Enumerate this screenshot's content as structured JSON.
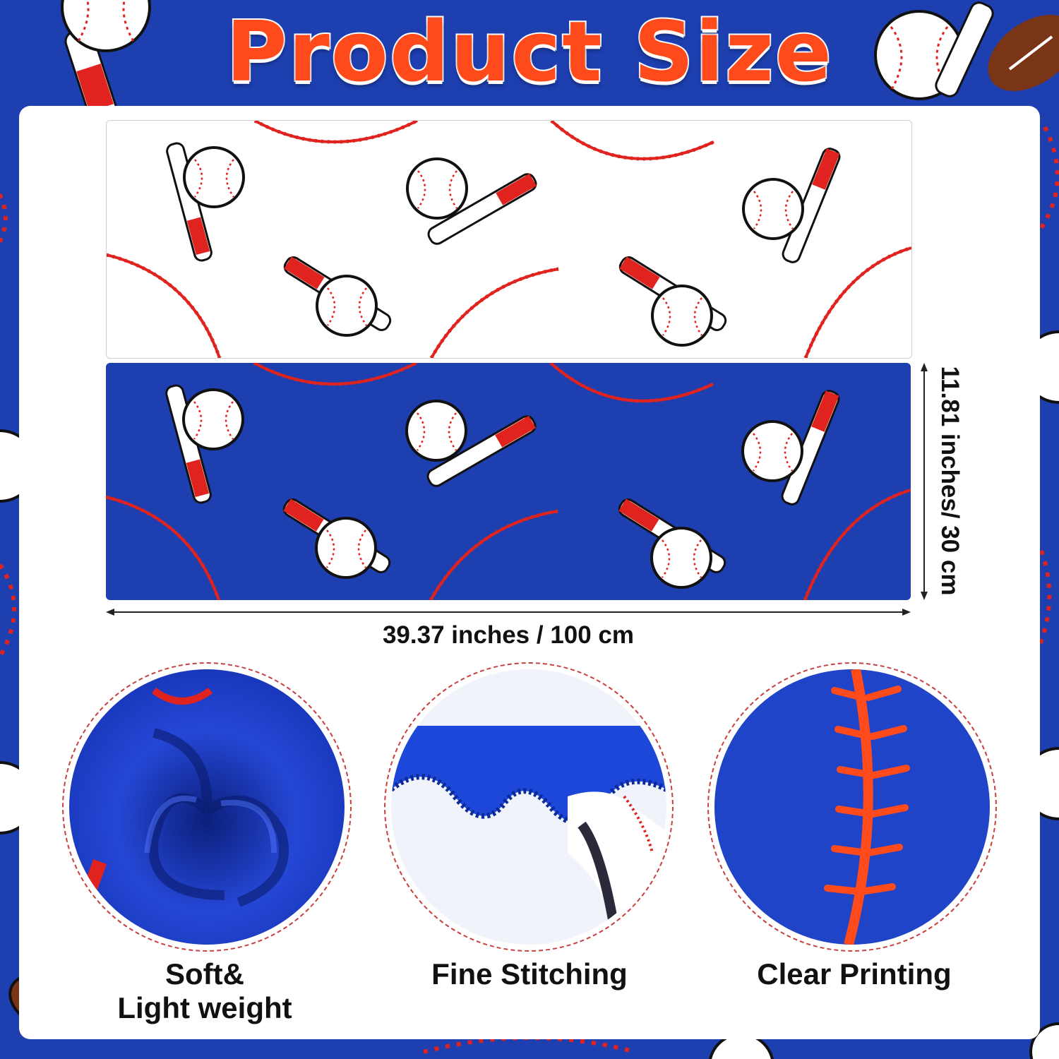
{
  "title": "Product Size",
  "dimensions": {
    "width_label": "39.37 inches / 100 cm",
    "height_label": "11.81 inches/ 30 cm"
  },
  "features": [
    {
      "label_line1": "Soft&",
      "label_line2": "Light weight",
      "icon": "fabric-swirl-closeup"
    },
    {
      "label_line1": "Fine Stitching",
      "label_line2": "",
      "icon": "stitched-edge-closeup"
    },
    {
      "label_line1": "Clear Printing",
      "label_line2": "",
      "icon": "baseball-seam-print-closeup"
    }
  ],
  "colors": {
    "royal_blue": "#1d3fb0",
    "title_orange": "#ff4a1c",
    "seam_red": "#e0231e",
    "white": "#ffffff"
  }
}
